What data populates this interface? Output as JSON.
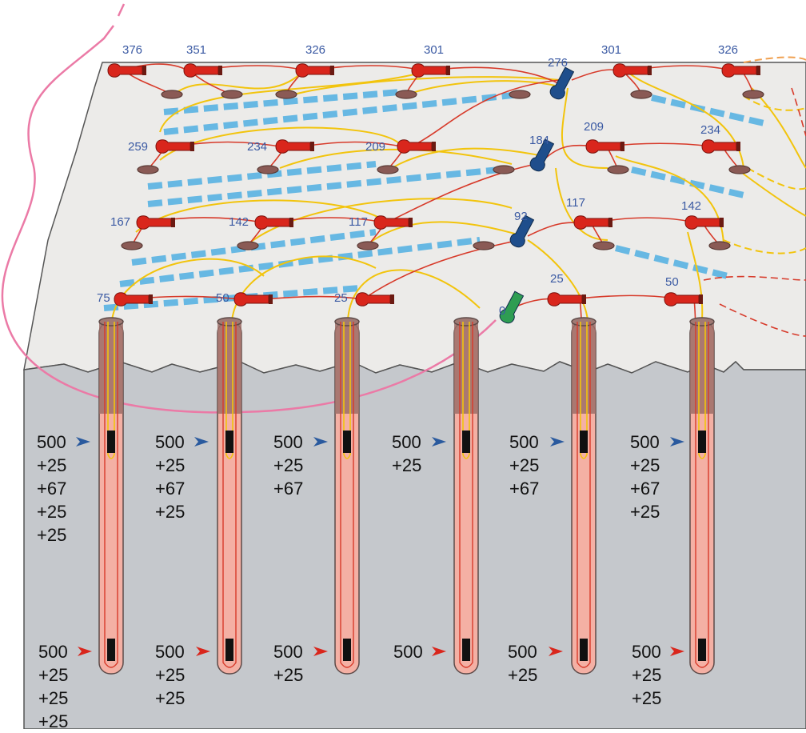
{
  "colors": {
    "surface": "#ecebe9",
    "ground": "#c5c8cc",
    "hole": "#f4b0a4",
    "hole_dark": "#9c6f69",
    "red_detonator": "#d9261c",
    "blue_detonator": "#1f4e8c",
    "green_detonator": "#2e9d52",
    "yellow_wire": "#f2c40d",
    "red_wire": "#d73a2a",
    "blue_line": "#67b8e3",
    "pink_line": "#eb7aa6",
    "label_blue": "#3b5aa3",
    "arrow_blue": "#2a5a9e",
    "arrow_red": "#d9261c"
  },
  "surface_delays": {
    "row1": [
      "376",
      "351",
      "326",
      "301",
      "276",
      "301",
      "326"
    ],
    "row2": [
      "259",
      "234",
      "209",
      "184",
      "209",
      "234"
    ],
    "row3": [
      "167",
      "142",
      "117",
      "92",
      "117",
      "142"
    ],
    "row4": [
      "75",
      "50",
      "25",
      "0",
      "25",
      "50"
    ]
  },
  "hole_delays": [
    {
      "upper": [
        "500",
        "+25",
        "+67",
        "+25",
        "+25"
      ],
      "lower": [
        "500",
        "+25",
        "+25",
        "+25"
      ]
    },
    {
      "upper": [
        "500",
        "+25",
        "+67",
        "+25"
      ],
      "lower": [
        "500",
        "+25",
        "+25"
      ]
    },
    {
      "upper": [
        "500",
        "+25",
        "+67"
      ],
      "lower": [
        "500",
        "+25"
      ]
    },
    {
      "upper": [
        "500",
        "+25"
      ],
      "lower": [
        "500"
      ]
    },
    {
      "upper": [
        "500",
        "+25",
        "+67"
      ],
      "lower": [
        "500",
        "+25"
      ]
    },
    {
      "upper": [
        "500",
        "+25",
        "+67",
        "+25"
      ],
      "lower": [
        "500",
        "+25",
        "+25"
      ]
    }
  ]
}
